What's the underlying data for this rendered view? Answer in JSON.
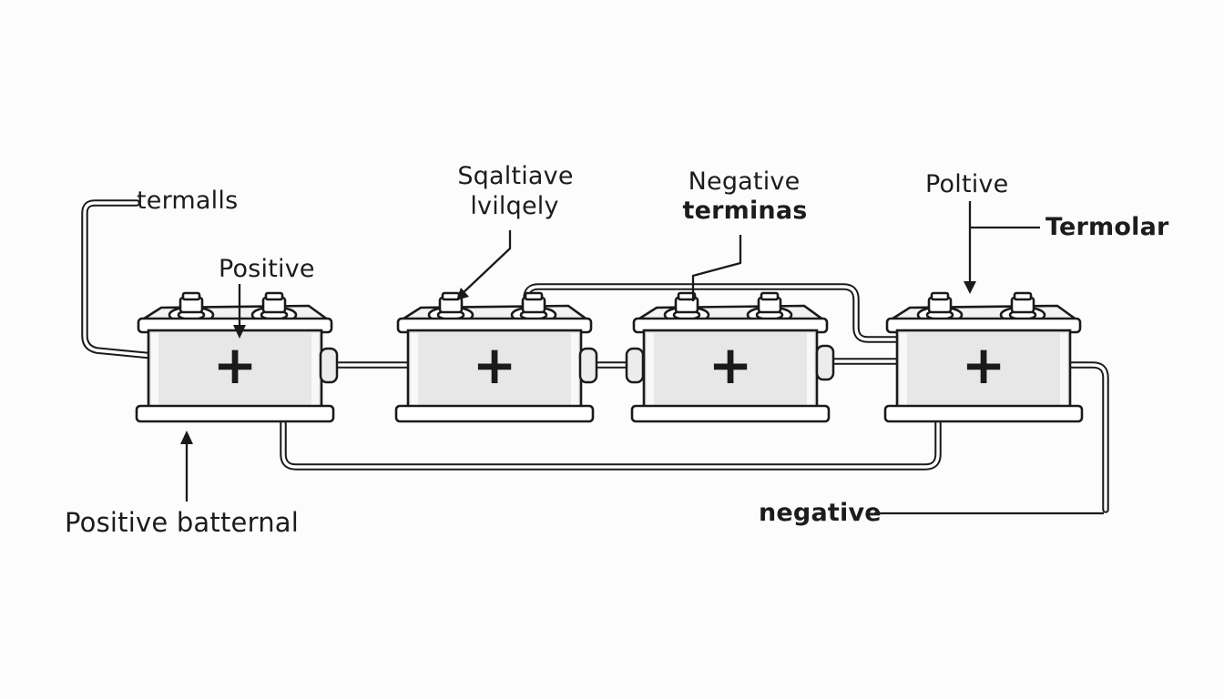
{
  "diagram": {
    "plus_symbol": "+",
    "colors": {
      "ink": "#1a1a1a",
      "background": "#fcfcfc",
      "battery_body_fill": "#e7e7e7",
      "battery_lid_fill": "#f2f2f2",
      "connector_fill": "#ececec"
    },
    "battery_count": 4,
    "labels": {
      "terminals": "termalls",
      "positive": "Positive",
      "squaltiave_line1": "Sqaltiave",
      "squaltiave_line2": "lvilqely",
      "negative_terminal_line1": "Negative",
      "negative_terminal_line2": "terminas",
      "poltive": "Poltive",
      "termolar": "Termolar",
      "positive_battery": "Positive batternal",
      "negative": "negative"
    }
  }
}
